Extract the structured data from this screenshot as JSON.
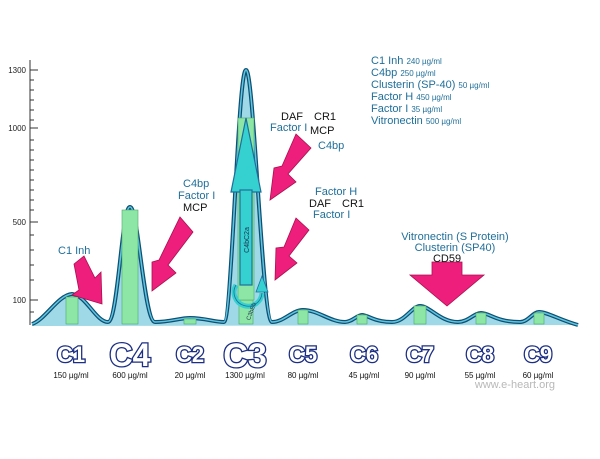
{
  "y_axis_ticks": [
    "1300",
    "1000",
    "500",
    "100"
  ],
  "legend": [
    {
      "name": "C1 Inh",
      "conc": "240 µg/ml"
    },
    {
      "name": "C4bp",
      "conc": "250 µg/ml"
    },
    {
      "name": "Clusterin (SP-40)",
      "conc": "50 µg/ml"
    },
    {
      "name": "Factor H",
      "conc": "450 µg/ml"
    },
    {
      "name": "Factor I",
      "conc": "35 µg/ml"
    },
    {
      "name": "Vitronectin",
      "conc": "500 µg/ml"
    }
  ],
  "components": [
    {
      "label": "C1",
      "conc": "150 µg/ml"
    },
    {
      "label": "C4",
      "conc": "600 µg/ml"
    },
    {
      "label": "C2",
      "conc": "20 µg/ml"
    },
    {
      "label": "C3",
      "conc": "1300 µg/ml"
    },
    {
      "label": "C5",
      "conc": "80 µg/ml"
    },
    {
      "label": "C6",
      "conc": "45 µg/ml"
    },
    {
      "label": "C7",
      "conc": "90 µg/ml"
    },
    {
      "label": "C8",
      "conc": "55 µg/ml"
    },
    {
      "label": "C9",
      "conc": "60 µg/ml"
    }
  ],
  "regulators": {
    "c1_inh": "C1 Inh",
    "c4bp": "C4bp",
    "factor_i_a": "Factor I",
    "mcp_a": "MCP",
    "daf_a": "DAF",
    "cr1_a": "CR1",
    "factor_i_b": "Factor I",
    "mcp_b": "MCP",
    "c4bp_b": "C4bp",
    "factor_h": "Factor H",
    "daf_b": "DAF",
    "cr1_b": "CR1",
    "factor_i_c": "Factor I",
    "vitronectin": "Vitronectin (S Protein)",
    "clusterin": "Clusterin (SP40)",
    "cd59": "CD59"
  },
  "c3_arrow_labels": {
    "upper": "C4bC2a",
    "lower": "C3bBb"
  },
  "watermark": "www.e-heart.org",
  "colors": {
    "curve": "#1f6f9a",
    "curve_fill": "#9fd8e6",
    "bar": "#8ee6a6",
    "arrow": "#ee1e7c",
    "c3_arrow": "#35d0d0"
  }
}
